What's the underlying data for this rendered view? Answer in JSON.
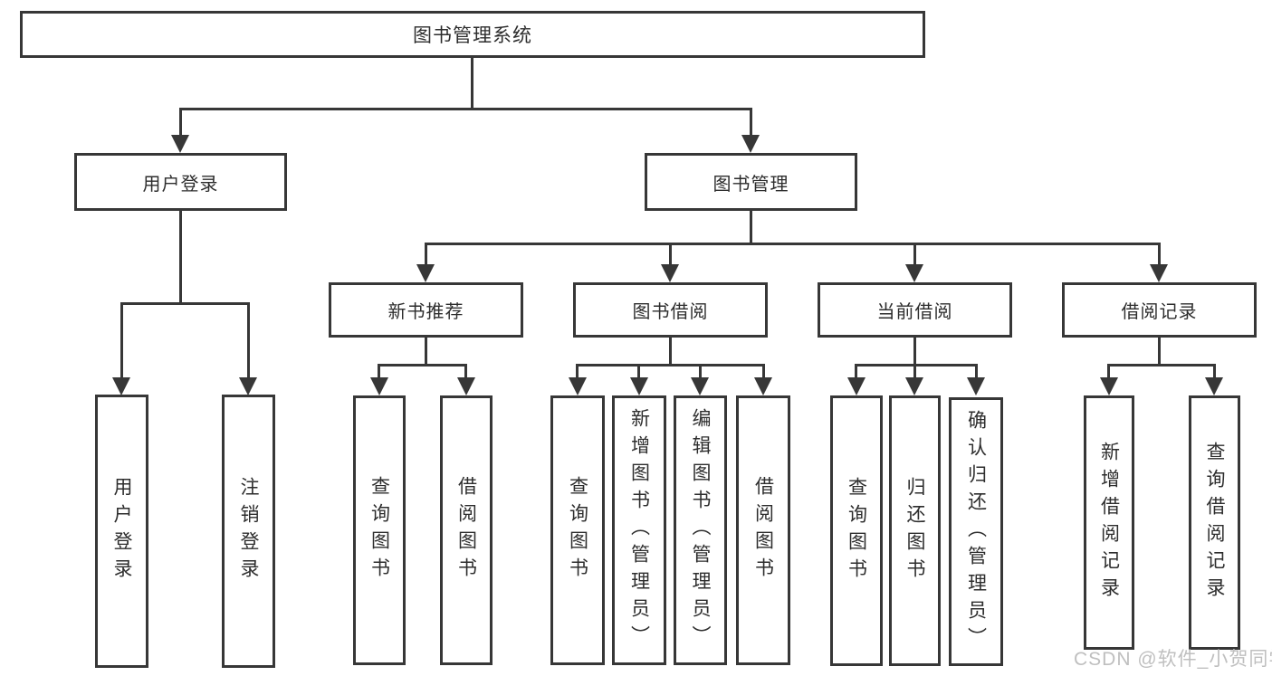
{
  "root": {
    "label": "图书管理系统"
  },
  "branches": [
    {
      "label": "用户登录",
      "children": [
        {
          "label": "用户登录"
        },
        {
          "label": "注销登录"
        }
      ]
    },
    {
      "label": "图书管理",
      "sections": [
        {
          "label": "新书推荐",
          "children": [
            {
              "label": "查询图书"
            },
            {
              "label": "借阅图书"
            }
          ]
        },
        {
          "label": "图书借阅",
          "children": [
            {
              "label": "查询图书"
            },
            {
              "label": "新增图书（管理员）"
            },
            {
              "label": "编辑图书（管理员）"
            },
            {
              "label": "借阅图书"
            }
          ]
        },
        {
          "label": "当前借阅",
          "children": [
            {
              "label": "查询图书"
            },
            {
              "label": "归还图书"
            },
            {
              "label": "确认归还（管理员）"
            }
          ]
        },
        {
          "label": "借阅记录",
          "children": [
            {
              "label": "新增借阅记录"
            },
            {
              "label": "查询借阅记录"
            }
          ]
        }
      ]
    }
  ],
  "watermark": {
    "text": "CSDN @软件_小贺同学"
  },
  "colors": {
    "line": "#373737",
    "box_border": "#373737",
    "text": "#2d2d2d",
    "watermark": "#bfbfbf",
    "background": "#ffffff"
  }
}
